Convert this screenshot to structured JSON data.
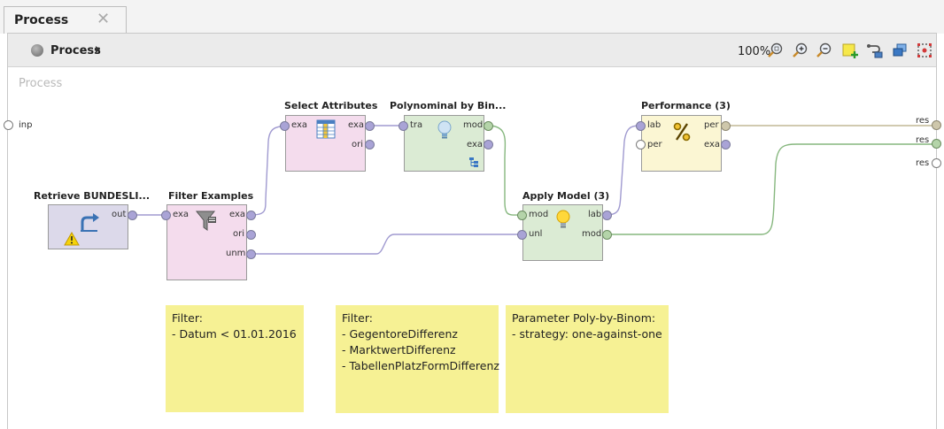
{
  "tab": {
    "title": "Process",
    "close_glyph": "✕"
  },
  "toolbar": {
    "breadcrumb": "Process",
    "zoom": "100%"
  },
  "canvas": {
    "title": "Process"
  },
  "colors": {
    "retrieve": "#dcd9ea",
    "filter": "#f4dced",
    "select": "#f4dced",
    "model": "#dbebd4",
    "apply": "#dbebd4",
    "performance": "#fbf6d3",
    "note": "#f6f194",
    "wire_example": "#a09ad0",
    "wire_model": "#86b77e",
    "wire_perf": "#c2b995"
  },
  "left_ports": {
    "inp": "inp"
  },
  "right_ports": {
    "res1": "res",
    "res2": "res",
    "res3": "res"
  },
  "operators": {
    "retrieve": {
      "label": "Retrieve BUNDESLI...",
      "out": "out"
    },
    "filter": {
      "label": "Filter Examples",
      "in_exa": "exa",
      "exa": "exa",
      "ori": "ori",
      "unm": "unm"
    },
    "select": {
      "label": "Select Attributes",
      "in_exa": "exa",
      "exa": "exa",
      "ori": "ori"
    },
    "poly": {
      "label": "Polynominal by Bin...",
      "tra": "tra",
      "mod": "mod",
      "exa": "exa"
    },
    "apply": {
      "label": "Apply Model (3)",
      "mod_in": "mod",
      "unl": "unl",
      "lab": "lab",
      "mod_out": "mod"
    },
    "perf": {
      "label": "Performance (3)",
      "lab": "lab",
      "per_in": "per",
      "per_out": "per",
      "exa": "exa"
    }
  },
  "notes": [
    {
      "lines": [
        "Filter:",
        "- Datum < 01.01.2016"
      ]
    },
    {
      "lines": [
        "Filter:",
        "- GegentoreDifferenz",
        "- MarktwertDifferenz",
        "- TabellenPlatzFormDifferenz"
      ]
    },
    {
      "lines": [
        "Parameter Poly-by-Binom:",
        "- strategy: one-against-one"
      ]
    }
  ]
}
